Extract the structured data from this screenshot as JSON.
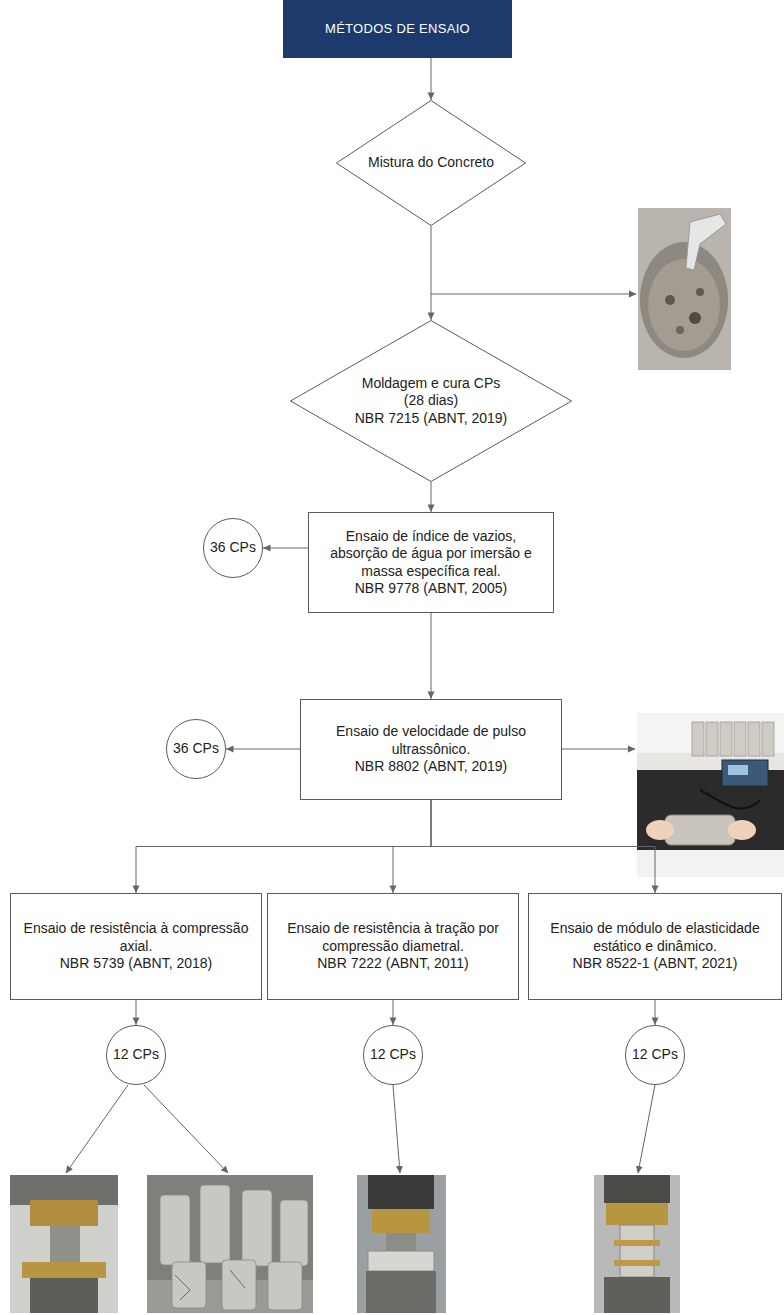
{
  "diagram": {
    "nodes": [
      {
        "text": [
          "MÉTODOS DE ENSAIO"
        ]
      },
      {
        "text": [
          "Mistura do Concreto"
        ]
      },
      {
        "text": [
          "Moldagem e cura CPs (28 dias)",
          "NBR 7215 (ABNT, 2019)"
        ]
      },
      {
        "text": [
          "Ensaio de índice de vazios, absorção de água por imersão e massa específica real.",
          "NBR 9778 (ABNT, 2005)"
        ]
      },
      {
        "text": [
          "36 CPs"
        ]
      },
      {
        "text": [
          "Ensaio de velocidade de pulso ultrassônico.",
          "NBR 8802 (ABNT, 2019)"
        ]
      },
      {
        "text": [
          "36 CPs"
        ]
      },
      {
        "text": [
          "Ensaio de resistência à compressão axial.",
          "NBR 5739 (ABNT, 2018)"
        ]
      },
      {
        "text": [
          "Ensaio de resistência à tração por compressão diametral.",
          "NBR 7222 (ABNT, 2011)"
        ]
      },
      {
        "text": [
          "Ensaio de módulo de elasticidade estático e dinâmico.",
          "NBR 8522-1 (ABNT, 2021)"
        ]
      },
      {
        "text": [
          "12 CPs"
        ]
      },
      {
        "text": [
          "12 CPs"
        ]
      },
      {
        "text": [
          "12 CPs"
        ]
      }
    ],
    "edges": [
      {
        "from": 0,
        "to": 1,
        "arrow": "to"
      },
      {
        "from": 1,
        "to": 2,
        "arrow": "to"
      },
      {
        "from": 2,
        "to": 3,
        "arrow": "to"
      },
      {
        "from": 3,
        "to": 4,
        "arrow": "to"
      },
      {
        "from": 3,
        "to": 5,
        "arrow": "to"
      },
      {
        "from": 5,
        "to": 6,
        "arrow": "to"
      },
      {
        "from": 5,
        "to": 7,
        "arrow": "to"
      },
      {
        "from": 5,
        "to": 8,
        "arrow": "to"
      },
      {
        "from": 5,
        "to": 9,
        "arrow": "to"
      },
      {
        "from": 7,
        "to": 10,
        "arrow": "to"
      },
      {
        "from": 8,
        "to": 11,
        "arrow": "to"
      },
      {
        "from": 9,
        "to": 12,
        "arrow": "to"
      }
    ]
  }
}
